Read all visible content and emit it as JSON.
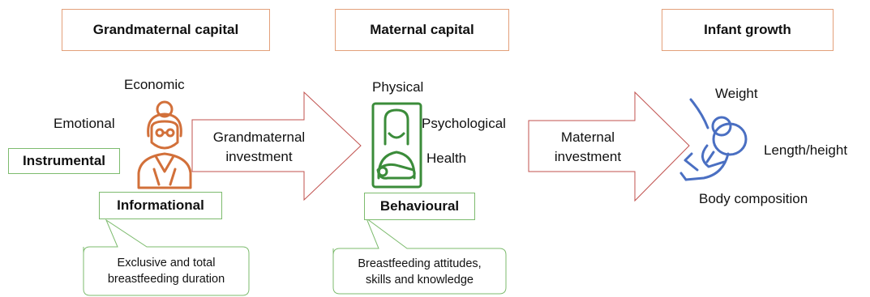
{
  "headers": {
    "grandmaternal": "Grandmaternal capital",
    "maternal": "Maternal capital",
    "infant": "Infant growth"
  },
  "grandmaternal": {
    "economic": "Economic",
    "emotional": "Emotional",
    "instrumental": "Instrumental",
    "informational": "Informational",
    "callout_line1": "Exclusive and total",
    "callout_line2": "breastfeeding duration"
  },
  "arrow1": {
    "line1": "Grandmaternal",
    "line2": "investment"
  },
  "maternal": {
    "physical": "Physical",
    "psychological": "Psychological",
    "health": "Health",
    "behavioural": "Behavioural",
    "callout_line1": "Breastfeeding attitudes,",
    "callout_line2": "skills and knowledge"
  },
  "arrow2": {
    "line1": "Maternal",
    "line2": "investment"
  },
  "infant": {
    "weight": "Weight",
    "length": "Length/height",
    "body": "Body composition"
  },
  "colors": {
    "header_border": "#e3a07a",
    "green": "#7dbb6e",
    "grandmother_icon": "#d2703a",
    "mother_icon": "#3b8c3a",
    "infant_icon": "#4a6fc2",
    "arrow_border": "#c0504d"
  },
  "icons": [
    "grandmother-icon",
    "mother-with-baby-icon",
    "infant-icon"
  ]
}
